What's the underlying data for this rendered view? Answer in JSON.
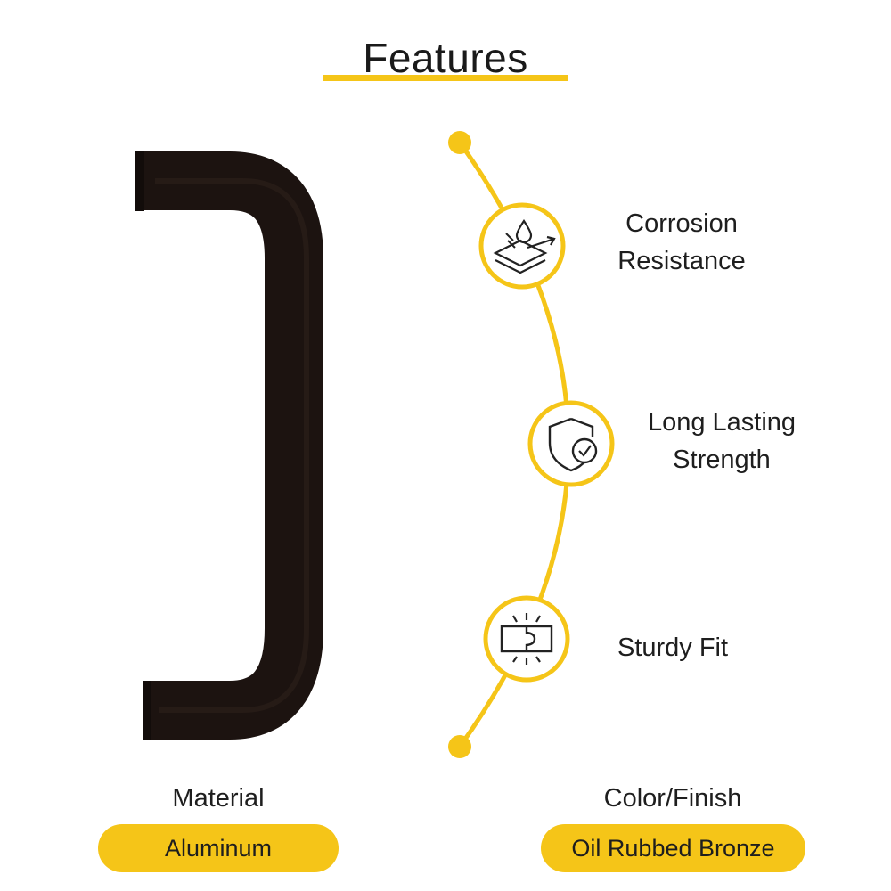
{
  "header": {
    "title": "Features"
  },
  "colors": {
    "accent": "#f5c518",
    "handle": "#1c1310",
    "text": "#1e1e1e"
  },
  "features": [
    {
      "line1": "Corrosion",
      "line2": "Resistance",
      "icon": "water-resistance-icon"
    },
    {
      "line1": "Long Lasting",
      "line2": "Strength",
      "icon": "shield-clock-icon"
    },
    {
      "line1": "Sturdy Fit",
      "line2": "",
      "icon": "puzzle-fit-icon"
    }
  ],
  "specs": {
    "material": {
      "label": "Material",
      "value": "Aluminum"
    },
    "finish": {
      "label": "Color/Finish",
      "value": "Oil Rubbed Bronze"
    }
  }
}
